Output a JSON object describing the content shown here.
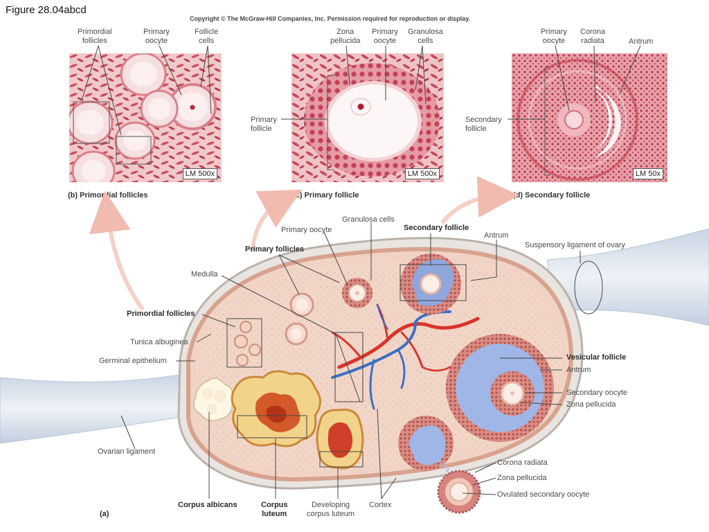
{
  "figure_title": "Figure 28.04abcd",
  "copyright": "Copyright © The McGraw-Hill Companies, Inc. Permission required for reproduction or display.",
  "panel_b": {
    "label_primordial_1": "Primordial",
    "label_primordial_2": "follicles",
    "label_oocyte_1": "Primary",
    "label_oocyte_2": "oocyte",
    "label_follicle_cells_1": "Follicle",
    "label_follicle_cells_2": "cells",
    "scale": "LM 500x",
    "caption_letter": "(b)",
    "caption_text": "Primordial follicles"
  },
  "panel_c": {
    "label_zona_1": "Zona",
    "label_zona_2": "pellucida",
    "label_oocyte_1": "Primary",
    "label_oocyte_2": "oocyte",
    "label_granulosa_1": "Granulosa",
    "label_granulosa_2": "cells",
    "label_primary_follicle_1": "Primary",
    "label_primary_follicle_2": "follicle",
    "scale": "LM 500x",
    "caption_letter": "(c)",
    "caption_text": "Primary follicle"
  },
  "panel_d": {
    "label_oocyte_1": "Primary",
    "label_oocyte_2": "oocyte",
    "label_corona_1": "Corona",
    "label_corona_2": "radiata",
    "label_antrum": "Antrum",
    "label_secondary_follicle_1": "Secondary",
    "label_secondary_follicle_2": "follicle",
    "scale": "LM 50x",
    "caption_letter": "(d)",
    "caption_text": "Secondary follicle"
  },
  "panel_a": {
    "caption_letter": "(a)",
    "labels": {
      "granulosa_cells": "Granulosa cells",
      "primary_oocyte": "Primary oocyte",
      "secondary_follicle": "Secondary follicle",
      "antrum_top": "Antrum",
      "suspensory_ligament": "Suspensory ligament of ovary",
      "primary_follicles": "Primary follicles",
      "medulla": "Medulla",
      "primordial_follicles": "Primordial follicles",
      "tunica_albuginea": "Tunica albuginea",
      "germinal_epithelium": "Germinal epithelium",
      "ovarian_ligament": "Ovarian ligament",
      "vesicular_follicle": "Vesicular follicle",
      "antrum_right": "Antrum",
      "secondary_oocyte": "Secondary oocyte",
      "zona_pellucida_right": "Zona pellucida",
      "corona_radiata": "Corona radiata",
      "zona_pellucida_bottom": "Zona pellucida",
      "ovulated_secondary_oocyte": "Ovulated secondary oocyte",
      "corpus_albicans": "Corpus albicans",
      "corpus_luteum_1": "Corpus",
      "corpus_luteum_2": "luteum",
      "developing_corpus_luteum_1": "Developing",
      "developing_corpus_luteum_2": "corpus luteum",
      "cortex": "Cortex"
    }
  },
  "colors": {
    "tissue_pink": "#e8a3a8",
    "tissue_dark": "#c24a5a",
    "artery_red": "#d9342b",
    "vein_blue": "#3b6fc6",
    "antrum_blue": "#9fb6e6",
    "corpus_luteum_yellow": "#f2d38a",
    "arrow_pink": "#f3c1b8"
  }
}
